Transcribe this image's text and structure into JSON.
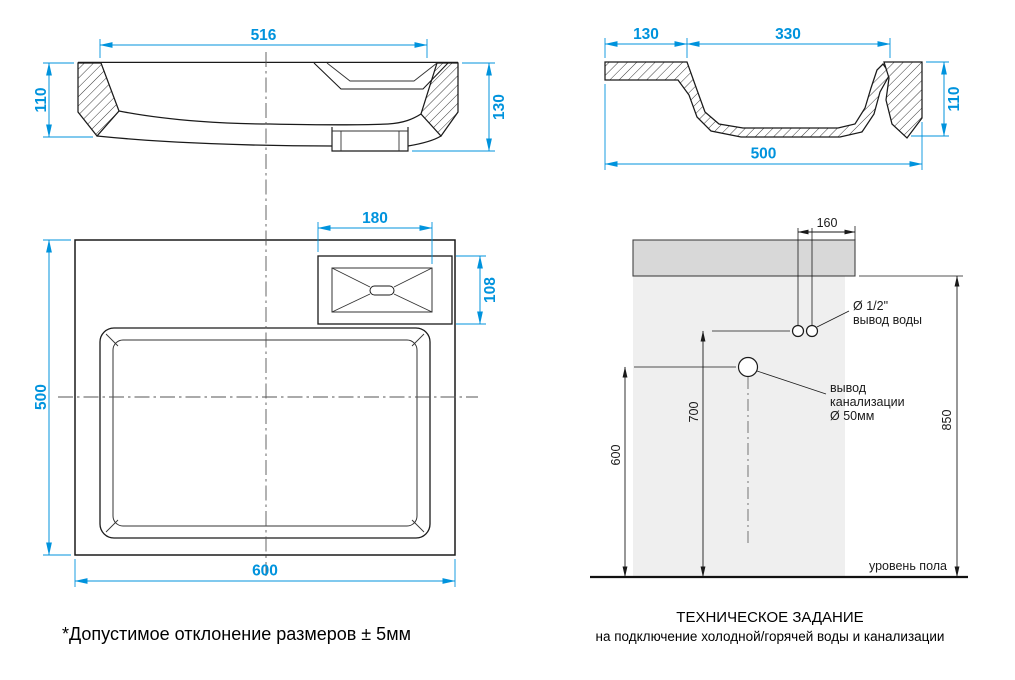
{
  "sheet": {
    "note": "*Допустимое отклонение размеров ± 5мм",
    "caption_title": "ТЕХНИЧЕСКОЕ ЗАДАНИЕ",
    "caption_subtitle": "на подключение холодной/горячей воды и канализации"
  },
  "colors": {
    "dimension_blue": "#0093dd",
    "line_black": "#1a1a1a",
    "countertop_gray": "#d8d8d8",
    "pedestal_gray": "#efefef"
  },
  "front_view": {
    "dim_top_width": "516",
    "dim_left_height": "110",
    "dim_right_height": "130"
  },
  "side_view": {
    "dim_back_ledge": "130",
    "dim_bowl_opening": "330",
    "dim_right_height": "110",
    "dim_bottom_width": "500"
  },
  "plan_view": {
    "dim_overflow_width": "180",
    "dim_overflow_height": "108",
    "dim_left_depth": "500",
    "dim_bottom_width": "600"
  },
  "install_view": {
    "dim_water_offset": "160",
    "dim_water_height": "700",
    "dim_drain_height": "600",
    "dim_total_height": "850",
    "water_label_line1": "Ø 1/2\"",
    "water_label_line2": "вывод воды",
    "drain_label_line1": "вывод",
    "drain_label_line2": "канализации",
    "drain_label_line3": "Ø 50мм",
    "floor_label": "уровень пола"
  }
}
